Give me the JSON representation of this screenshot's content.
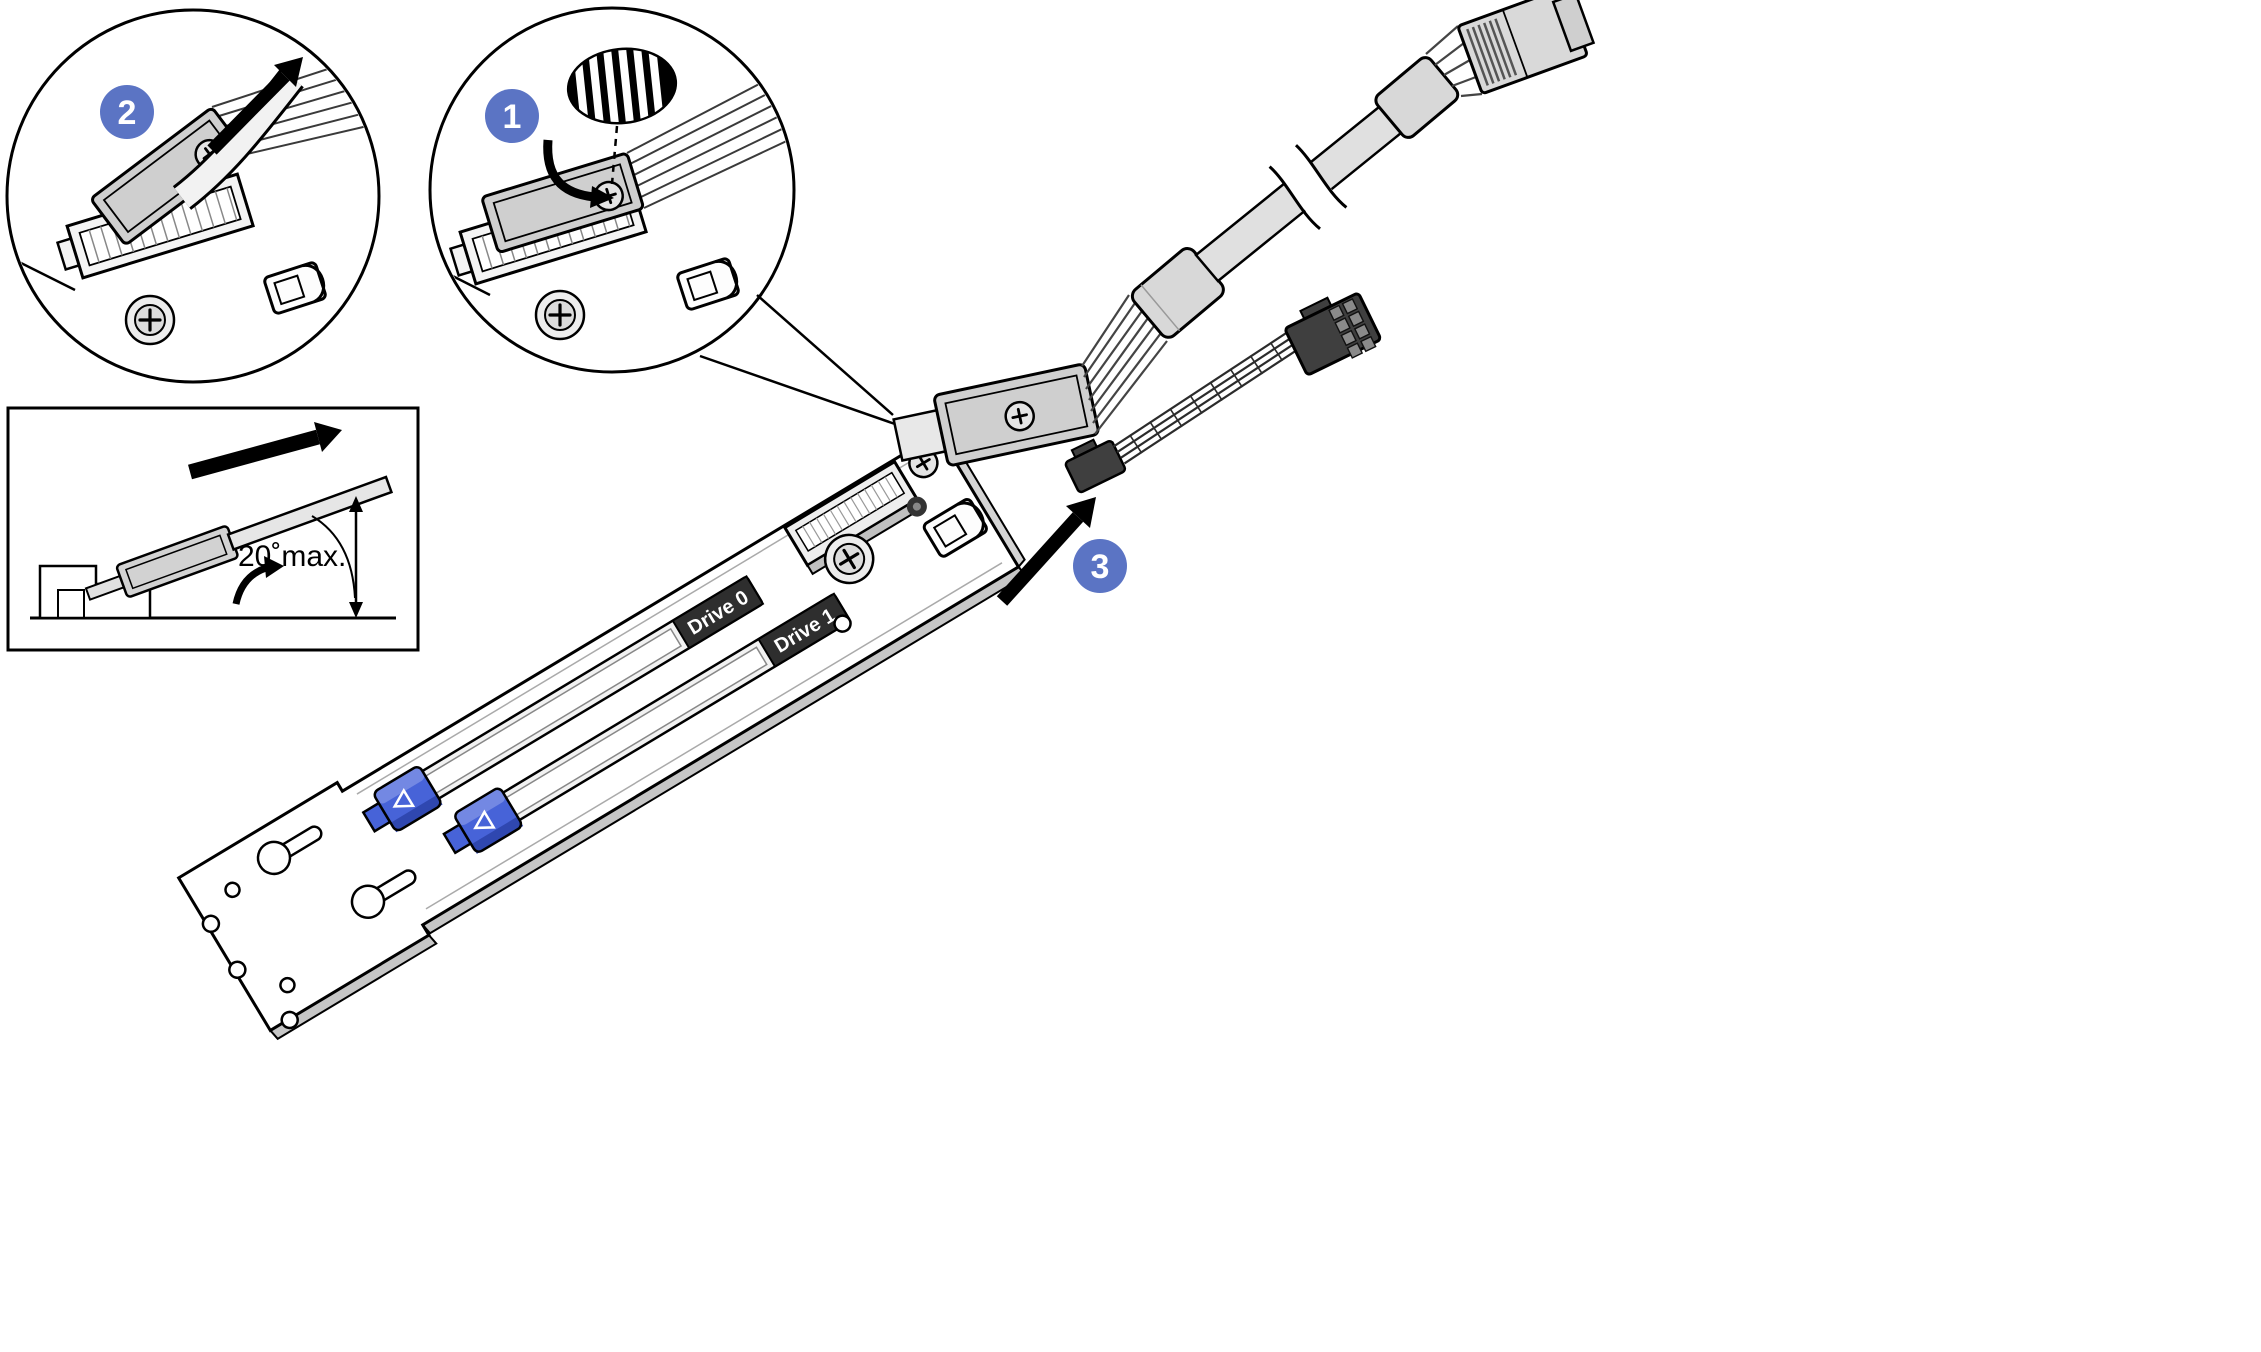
{
  "colors": {
    "badge": "#5B74C4",
    "clip": "#4763D8",
    "clip_light": "#7388E3",
    "clip_dark": "#2F47B0",
    "connector_dark": "#3F3F3F",
    "metal_gray": "#CFCFCF",
    "line": "#000000"
  },
  "steps": {
    "step1": "1",
    "step2": "2",
    "step3": "3"
  },
  "labels": {
    "drive0": "Drive 0",
    "drive1": "Drive 1",
    "angle": "20˚max."
  },
  "icons": [
    "screwdriver-icon",
    "turn-arrow-icon",
    "lift-arrow-icon",
    "insertion-arrow-icon",
    "disconnect-arrow-icon",
    "rotation-arrow-icon",
    "cable-break-icon",
    "angle-measure-icon",
    "phillips-screw-icon",
    "keyhole-slot-icon"
  ]
}
